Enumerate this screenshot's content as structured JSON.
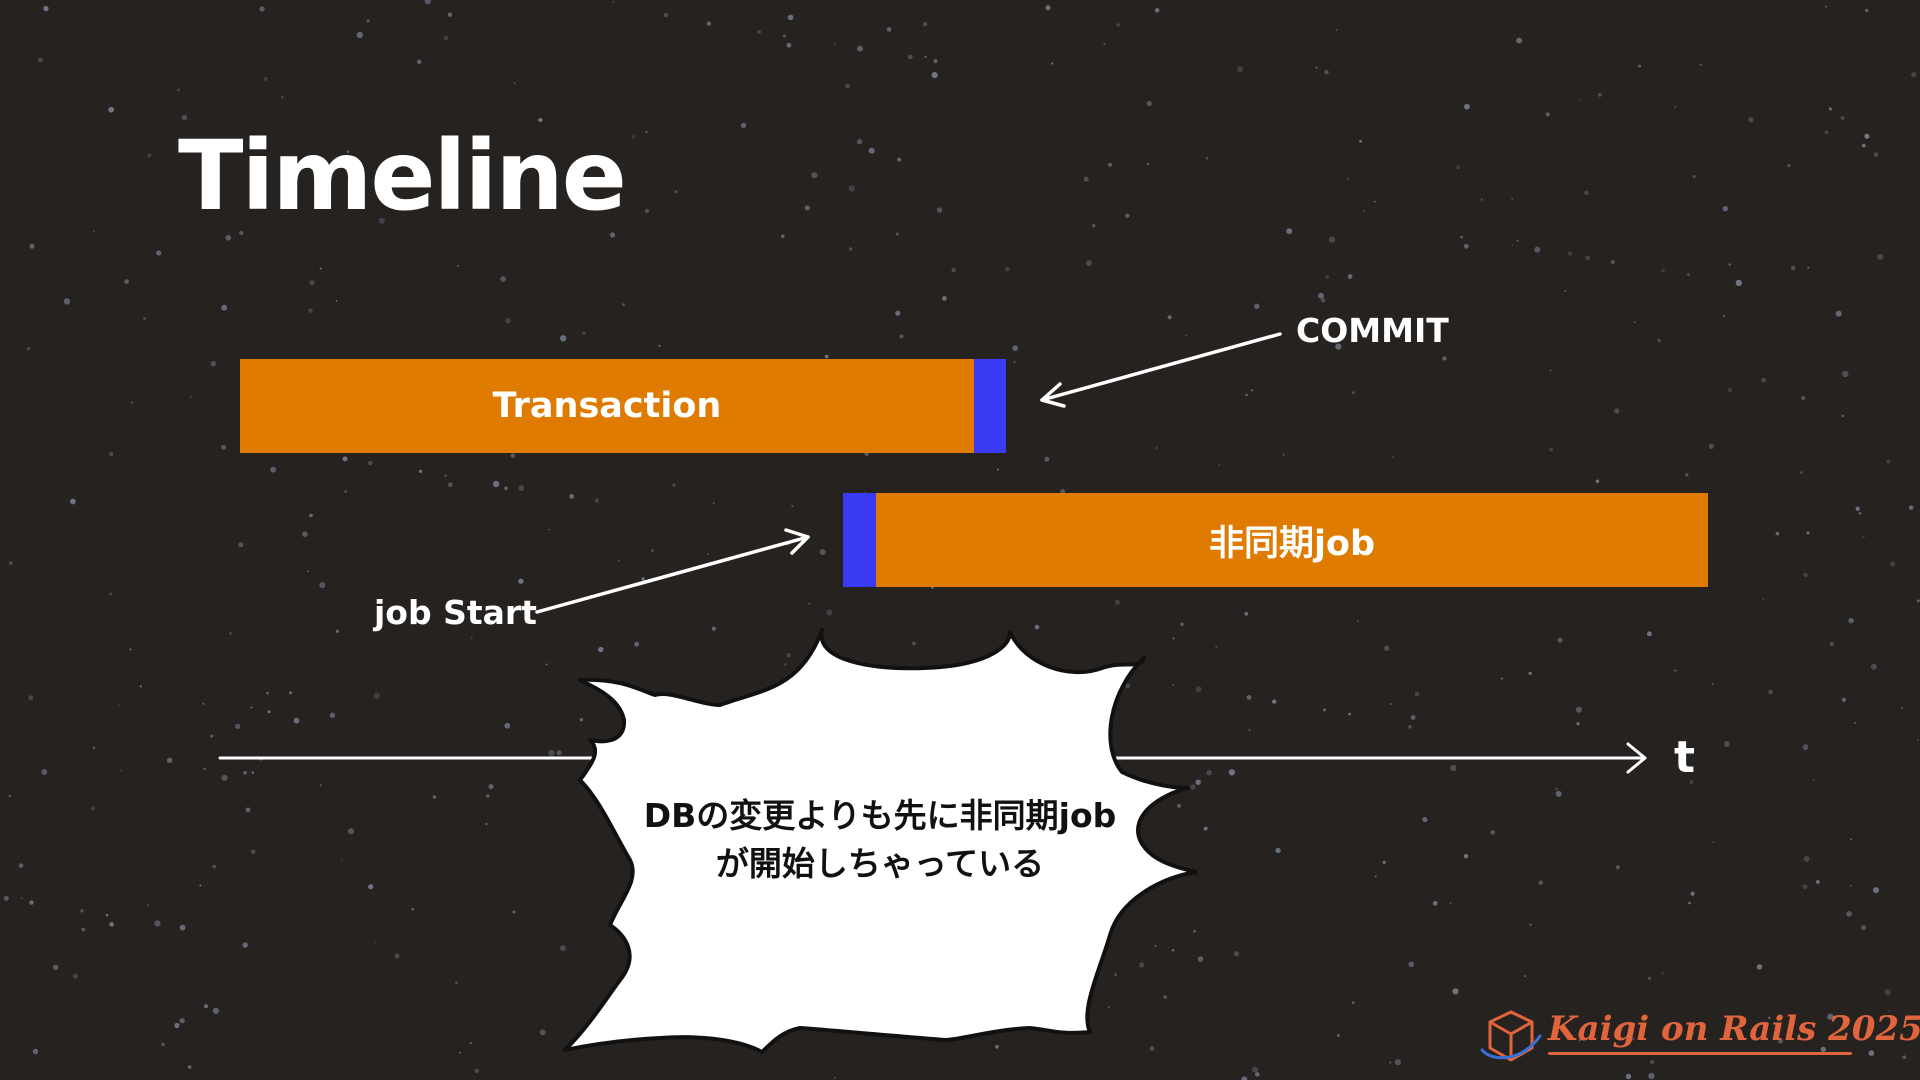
{
  "slide": {
    "title": "Timeline"
  },
  "transaction": {
    "label": "Transaction"
  },
  "async_job": {
    "label": "非同期job"
  },
  "callouts": {
    "commit": "COMMIT",
    "job_start": "job Start",
    "time_axis": "t"
  },
  "bubble": {
    "line1": "DBの変更よりも先に非同期job",
    "line2": "が開始しちゃっている"
  },
  "logo": {
    "text": "Kaigi on Rails 2025"
  },
  "colors": {
    "background": "#262220",
    "bar": "#df7b00",
    "marker": "#3b3bf5",
    "brand": "#e0643c",
    "text": "#ffffff"
  }
}
